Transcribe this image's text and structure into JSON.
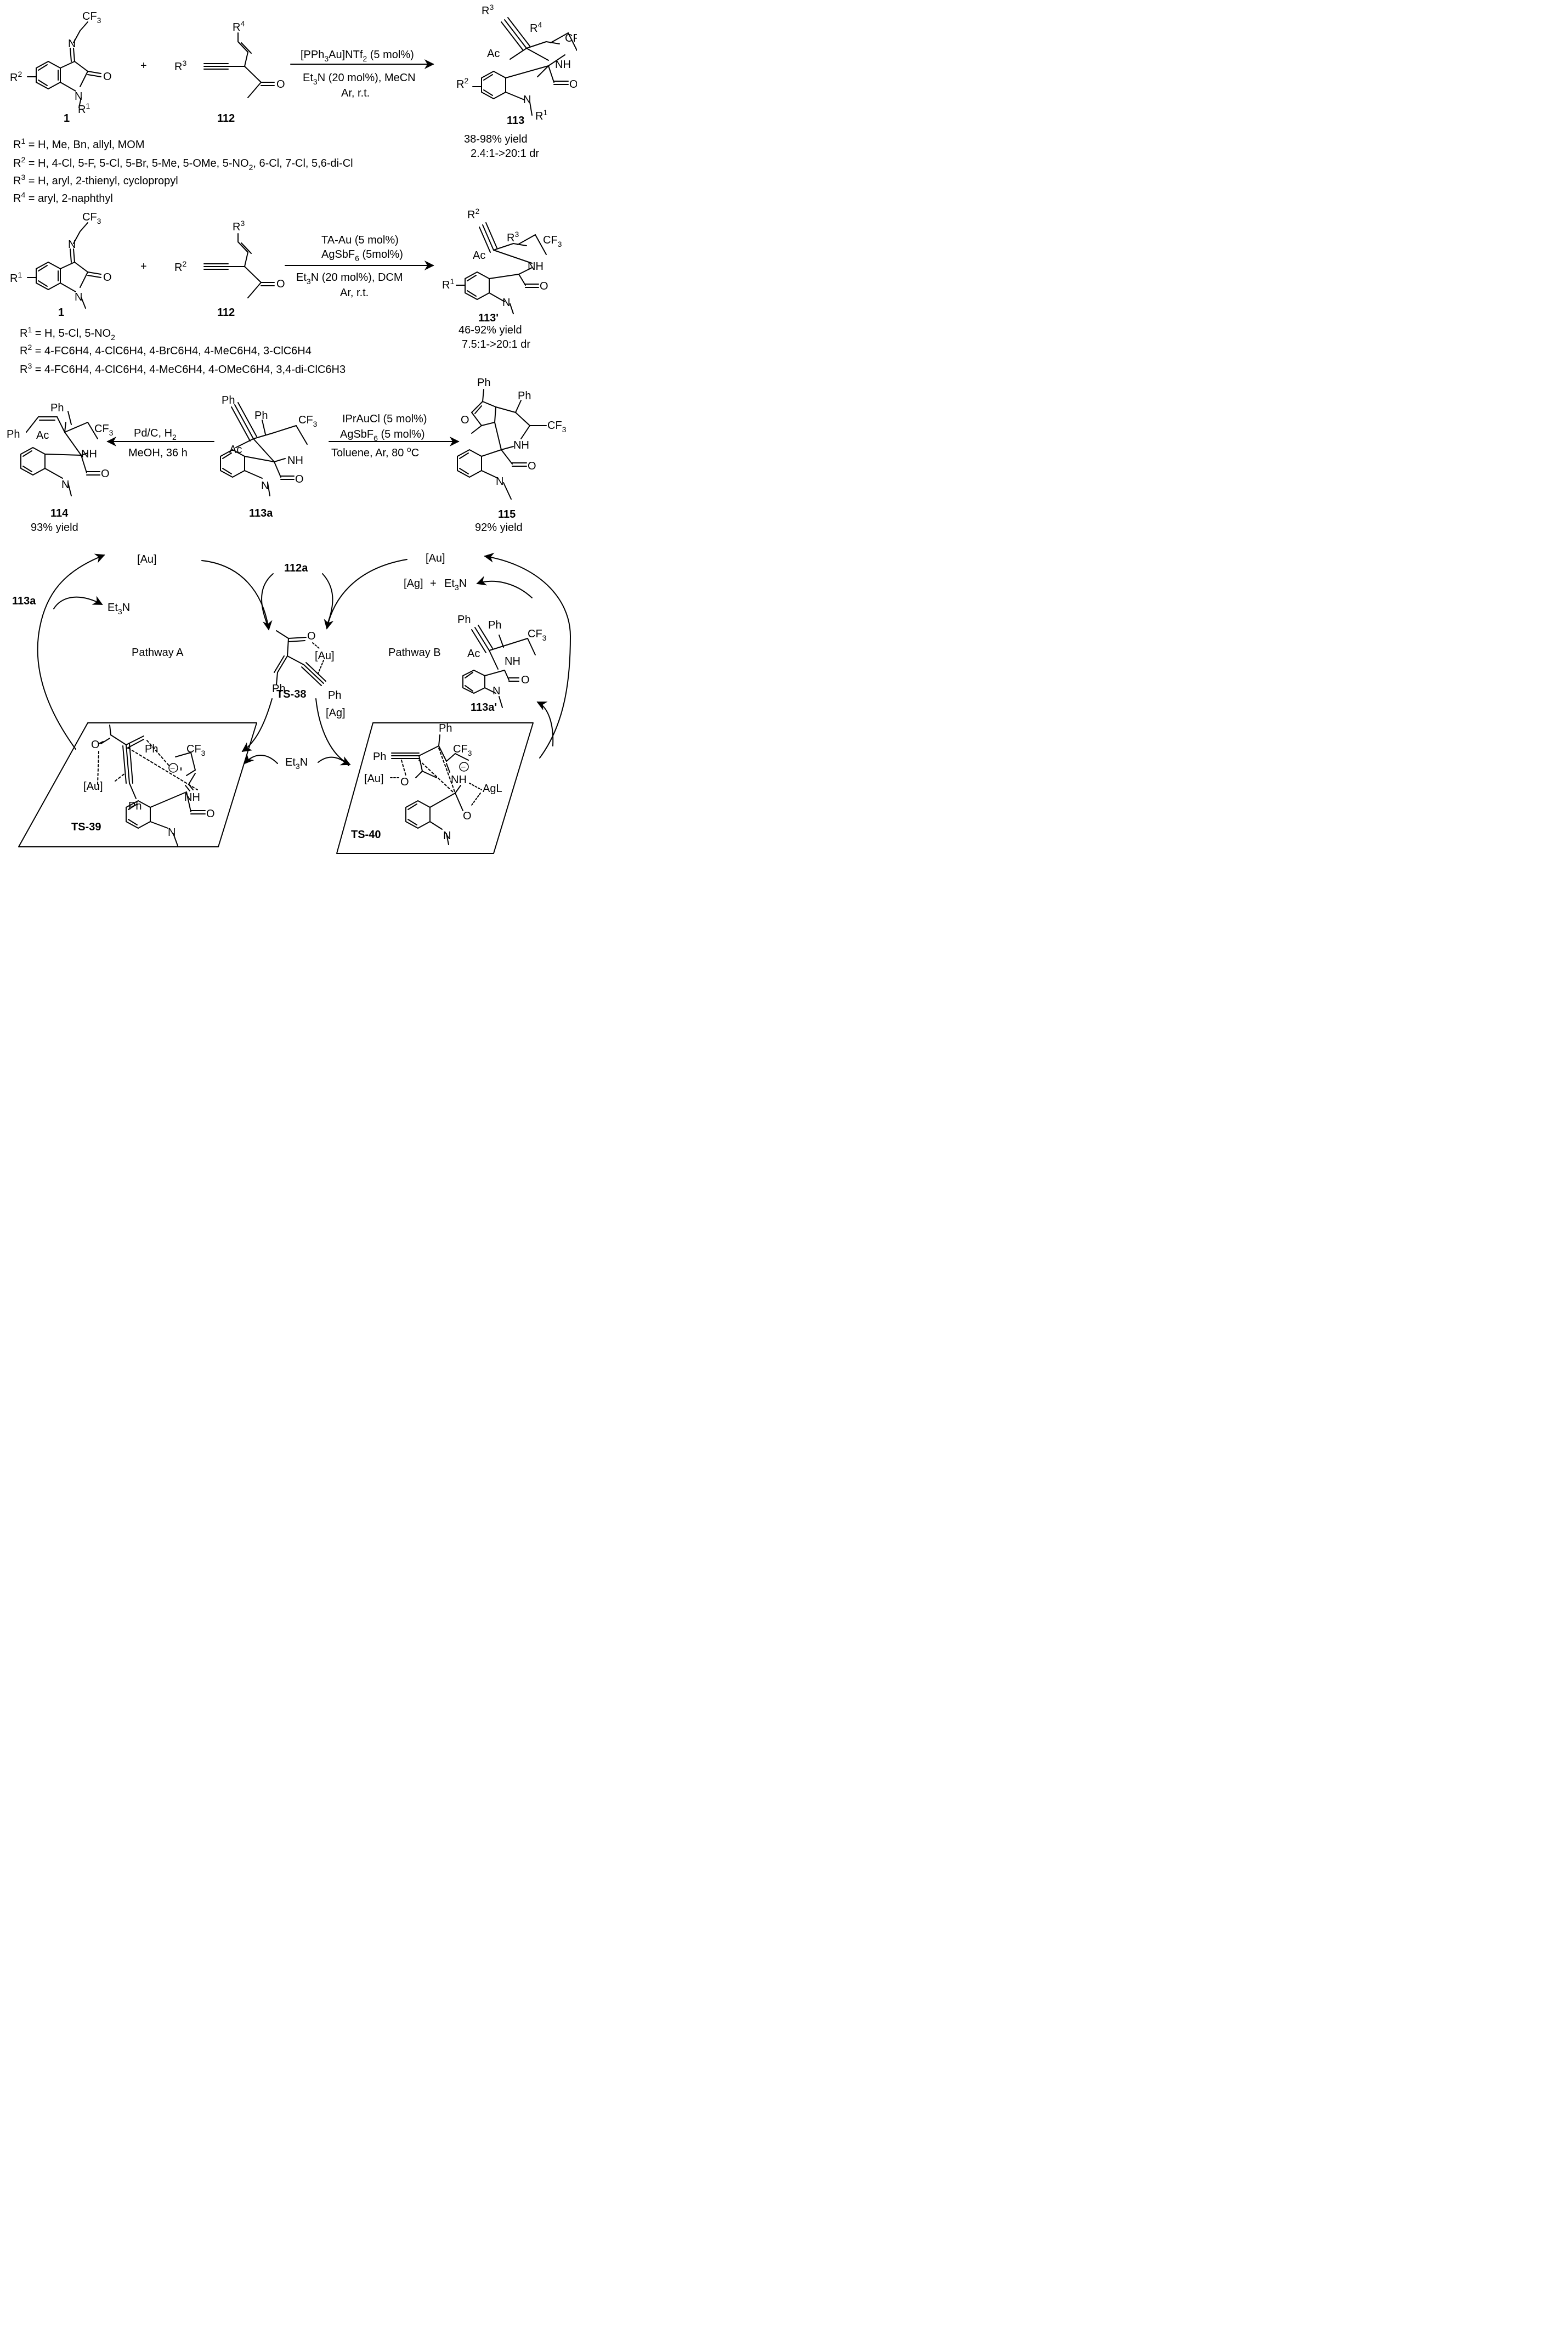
{
  "labels": {
    "cf3": "CF",
    "three": "3",
    "two": "2",
    "n": "N",
    "o": "O",
    "nh": "NH",
    "ac": "Ac",
    "ph": "Ph",
    "r": "R",
    "sup1": "1",
    "sup2": "2",
    "sup3": "3",
    "sup4": "4"
  },
  "compounds": {
    "c1": "1",
    "c112": "112",
    "c113": "113",
    "c113p": "113'",
    "c113a": "113a",
    "c113ap": "113a'",
    "c112a": "112a",
    "c114": "114",
    "c115": "115",
    "ts38": "TS-38",
    "ts39": "TS-39",
    "ts40": "TS-40"
  },
  "reaction1": {
    "cond1": "[PPh",
    "cond1b": "Au]NTf",
    "cond1c": " (5 mol%)",
    "cond2a": "Et",
    "cond2b": "N (20 mol%), MeCN",
    "cond3": "Ar, r.t.",
    "yield": "38-98% yield",
    "dr": "2.4:1->20:1 dr",
    "r1": " = H, Me, Bn, allyl, MOM",
    "r2": " = H, 4-Cl, 5-F, 5-Cl, 5-Br, 5-Me, 5-OMe, 5-NO",
    "r2b": ", 6-Cl, 7-Cl, 5,6-di-Cl",
    "r3": " = H, aryl, 2-thienyl, cyclopropyl",
    "r4": " = aryl, 2-naphthyl"
  },
  "reaction2": {
    "cond1": "TA-Au (5 mol%)",
    "cond2a": "AgSbF",
    "cond2b": " (5mol%)",
    "cond3a": "Et",
    "cond3b": "N (20 mol%), DCM",
    "cond4": "Ar, r.t.",
    "yield": "46-92% yield",
    "dr": "7.5:1->20:1 dr",
    "r1": " = H, 5-Cl, 5-NO",
    "r2": " = 4-FC6H4, 4-ClC6H4, 4-BrC6H4, 4-MeC6H4, 3-ClC6H4",
    "r3": " = 4-FC6H4, 4-ClC6H4, 4-MeC6H4, 4-OMeC6H4, 3,4-di-ClC6H3"
  },
  "reaction3": {
    "left_cond1": "Pd/C, H",
    "left_cond2": "MeOH, 36 h",
    "right_cond1": "IPrAuCl (5 mol%)",
    "right_cond2a": "AgSbF",
    "right_cond2b": " (5 mol%)",
    "right_cond3": "Toluene, Ar, 80 ",
    "right_cond3b": "o",
    "right_cond3c": "C",
    "yield114": "93% yield",
    "yield115": "92% yield"
  },
  "mechanism": {
    "au": "Au",
    "ag": "Ag",
    "plus": "+",
    "et3n_a": "Et",
    "et3n_b": "N",
    "pathway_a": "Pathway A",
    "pathway_b": "Pathway B",
    "agl": "AgL",
    "minus": "−"
  }
}
